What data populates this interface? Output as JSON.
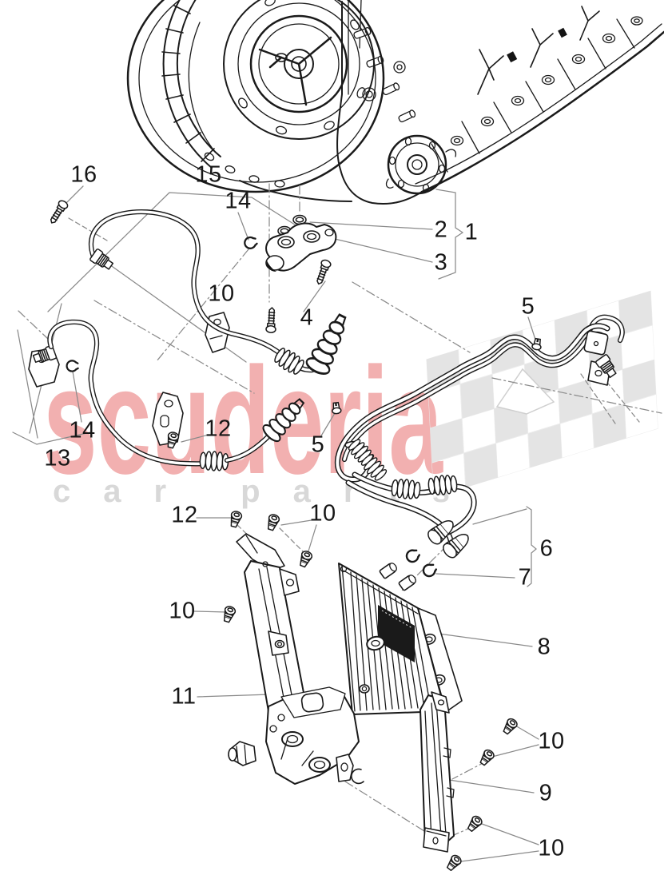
{
  "watermark": {
    "brand": "scuderia",
    "subtitle": "car parts",
    "brand_color": "#f2b0b0",
    "subtitle_color": "#d8d8d8"
  },
  "figure": {
    "line_color": "#1a1a1a",
    "leader_color": "#8a8a8a",
    "kind": "exploded parts line drawing"
  },
  "callouts": [
    {
      "num": "16"
    },
    {
      "num": "15"
    },
    {
      "num": "14"
    },
    {
      "num": "2"
    },
    {
      "num": "1"
    },
    {
      "num": "3"
    },
    {
      "num": "10"
    },
    {
      "num": "4"
    },
    {
      "num": "5"
    },
    {
      "num": "14"
    },
    {
      "num": "13"
    },
    {
      "num": "12"
    },
    {
      "num": "5"
    },
    {
      "num": "12"
    },
    {
      "num": "10"
    },
    {
      "num": "6"
    },
    {
      "num": "7"
    },
    {
      "num": "10"
    },
    {
      "num": "8"
    },
    {
      "num": "11"
    },
    {
      "num": "10"
    },
    {
      "num": "9"
    },
    {
      "num": "10"
    }
  ]
}
